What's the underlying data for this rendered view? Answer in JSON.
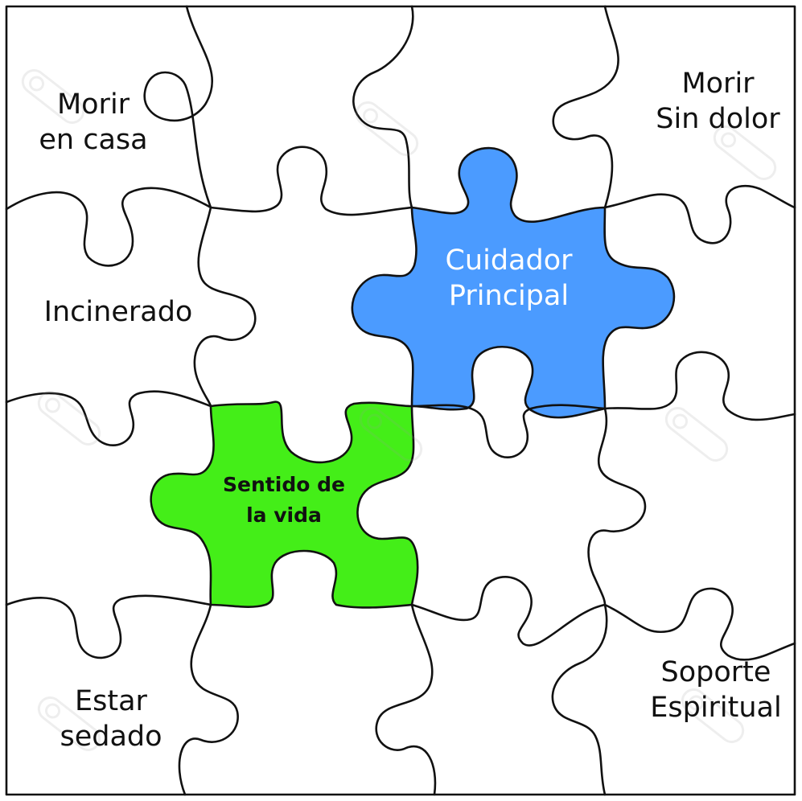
{
  "pieces": {
    "morir_en_casa": {
      "lines": [
        "Morir",
        "en casa"
      ]
    },
    "morir_sin_dolor": {
      "lines": [
        "Morir",
        "Sin dolor"
      ]
    },
    "incinerado": {
      "lines": [
        "Incinerado"
      ]
    },
    "cuidador_principal": {
      "lines": [
        "Cuidador",
        "Principal"
      ],
      "fill": "#4b9bff",
      "text_color": "#ffffff"
    },
    "sentido_de_la_vida": {
      "lines": [
        "Sentido de",
        "la vida"
      ],
      "fill": "#44ee18",
      "text_color": "#111111"
    },
    "estar_sedado": {
      "lines": [
        "Estar",
        "sedado"
      ]
    },
    "soporte_espiritual": {
      "lines": [
        "Soporte",
        "Espiritual"
      ]
    }
  },
  "colors": {
    "outline": "#111111",
    "background": "#ffffff",
    "watermark": "#9a9a9a"
  }
}
